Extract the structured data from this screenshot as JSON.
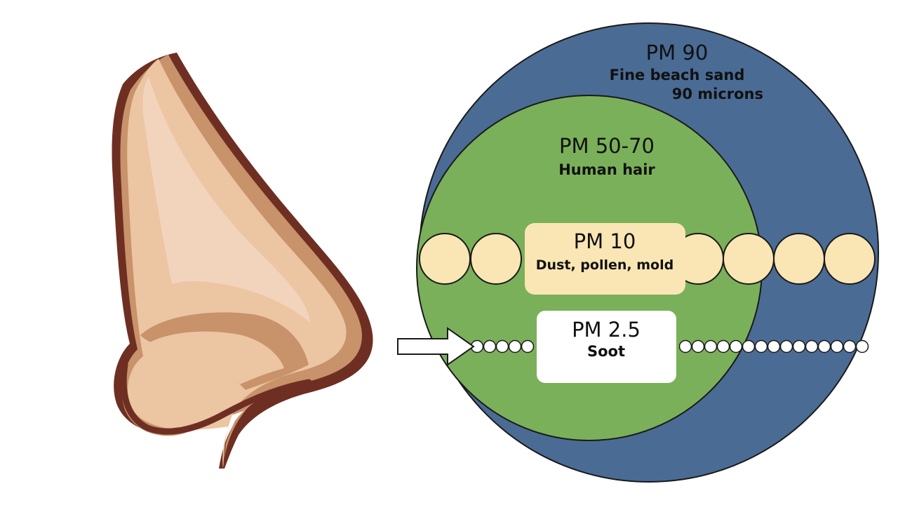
{
  "colors": {
    "background": "#ffffff",
    "pm90_circle": "#4a6b94",
    "pm50_circle": "#7ab05a",
    "pm10_bead": "#fae6b4",
    "pm10_box": "#fae6b4",
    "pm25_bead": "#ffffff",
    "pm25_box": "#ffffff",
    "outline": "#1a1a1a",
    "nose_skin": "#ecc5a2",
    "nose_highlight": "#f2d4bd",
    "nose_mid": "#c8926a",
    "nose_outline": "#6e2f22"
  },
  "icons": {
    "nose": "nose-icon",
    "arrow": "arrow-right-icon"
  },
  "pm90": {
    "title": "PM 90",
    "subtitle": "Fine beach sand",
    "size": "90 microns"
  },
  "pm50_70": {
    "title": "PM 50-70",
    "subtitle": "Human hair"
  },
  "pm10": {
    "title": "PM 10",
    "subtitle": "Dust, pollen, mold"
  },
  "pm2_5": {
    "title": "PM 2.5",
    "subtitle": "Soot"
  }
}
